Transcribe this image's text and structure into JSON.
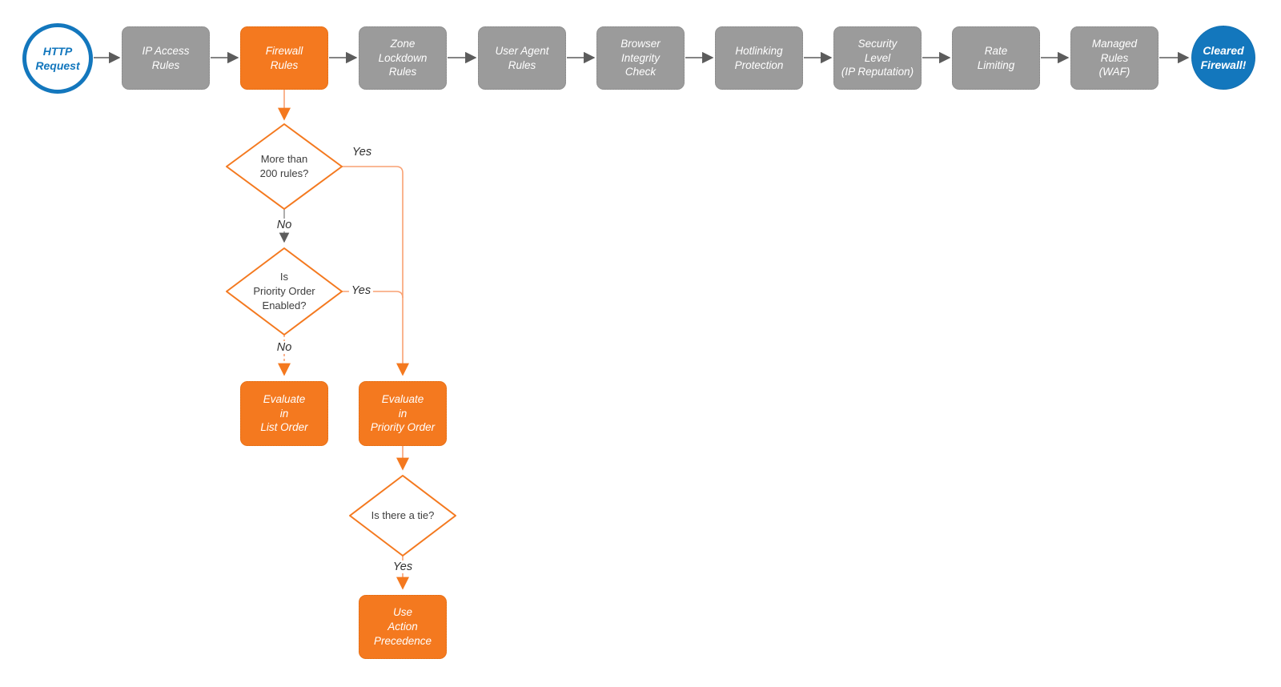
{
  "colors": {
    "orange": "#f4791f",
    "orange_wire": "#f9a173",
    "gray_node": "#9b9b9b",
    "gray_wire": "#5c5c5c",
    "blue": "#1377bd",
    "diamond_text": "#3d3d3d"
  },
  "pipeline": {
    "start": {
      "label": "HTTP\nRequest"
    },
    "stages": [
      {
        "label": "IP Access\nRules"
      },
      {
        "label": "Firewall\nRules",
        "highlighted": true
      },
      {
        "label": "Zone\nLockdown\nRules"
      },
      {
        "label": "User Agent\nRules"
      },
      {
        "label": "Browser\nIntegrity\nCheck"
      },
      {
        "label": "Hotlinking\nProtection"
      },
      {
        "label": "Security\nLevel\n(IP Reputation)"
      },
      {
        "label": "Rate\nLimiting"
      },
      {
        "label": "Managed\nRules\n(WAF)"
      }
    ],
    "end": {
      "label": "Cleared\nFirewall!"
    }
  },
  "decisions": {
    "more_than_200": {
      "label": "More than\n200 rules?",
      "yes": "Yes",
      "no": "No"
    },
    "priority_enabled": {
      "label": "Is\nPriority Order\nEnabled?",
      "yes": "Yes",
      "no": "No"
    },
    "tie": {
      "label": "Is there a tie?",
      "yes": "Yes"
    }
  },
  "actions": {
    "list_order": {
      "label": "Evaluate\nin\nList Order"
    },
    "priority_order": {
      "label": "Evaluate\nin\nPriority Order"
    },
    "action_precedence": {
      "label": "Use\nAction\nPrecedence"
    }
  }
}
